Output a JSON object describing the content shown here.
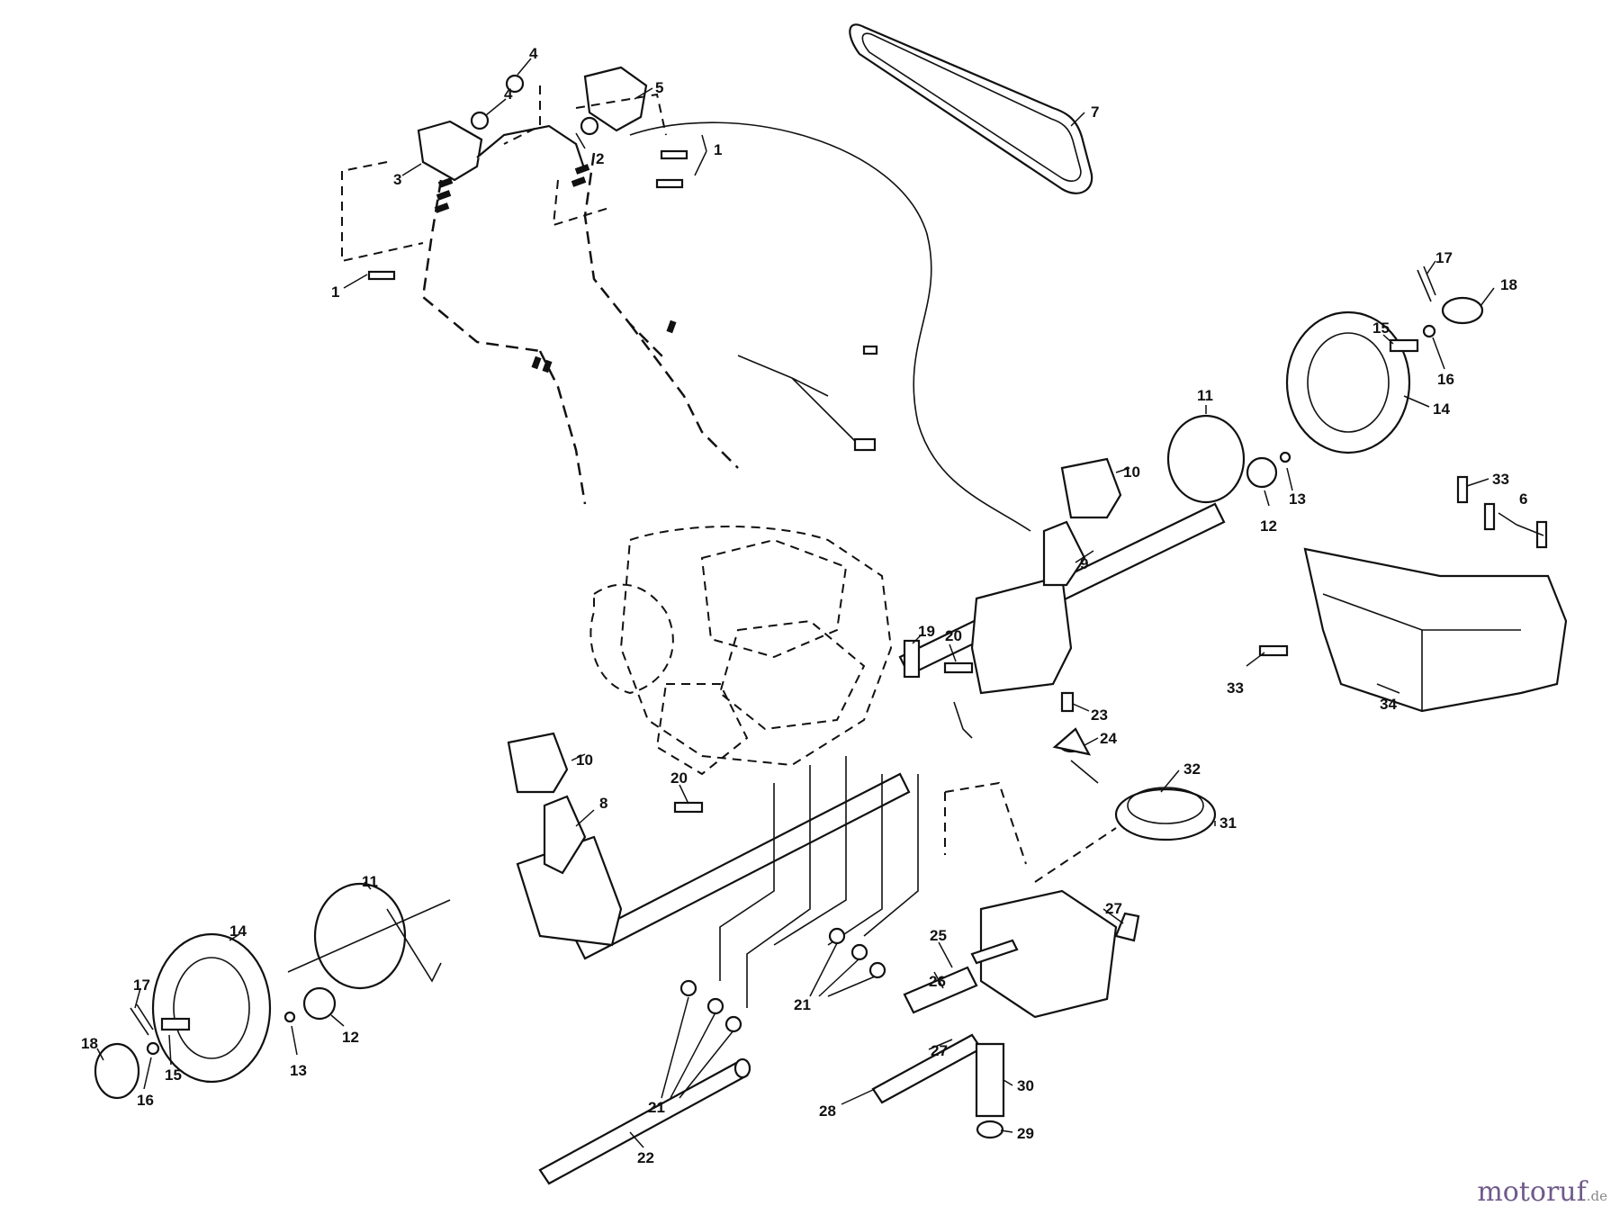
{
  "figure": {
    "watermark": {
      "brand": "motoruf",
      "suffix": ".de"
    },
    "callouts": [
      {
        "id": "c1",
        "label": "1"
      },
      {
        "id": "c2",
        "label": "1"
      },
      {
        "id": "c3",
        "label": "2"
      },
      {
        "id": "c4",
        "label": "3"
      },
      {
        "id": "c5",
        "label": "4"
      },
      {
        "id": "c6",
        "label": "4"
      },
      {
        "id": "c7",
        "label": "5"
      },
      {
        "id": "c8",
        "label": "6"
      },
      {
        "id": "c9",
        "label": "7"
      },
      {
        "id": "c10",
        "label": "8"
      },
      {
        "id": "c11",
        "label": "9"
      },
      {
        "id": "c12",
        "label": "10"
      },
      {
        "id": "c13",
        "label": "10"
      },
      {
        "id": "c14",
        "label": "11"
      },
      {
        "id": "c15",
        "label": "11"
      },
      {
        "id": "c16",
        "label": "12"
      },
      {
        "id": "c17",
        "label": "12"
      },
      {
        "id": "c18",
        "label": "13"
      },
      {
        "id": "c19",
        "label": "13"
      },
      {
        "id": "c20",
        "label": "14"
      },
      {
        "id": "c21",
        "label": "14"
      },
      {
        "id": "c22",
        "label": "15"
      },
      {
        "id": "c23",
        "label": "15"
      },
      {
        "id": "c24",
        "label": "16"
      },
      {
        "id": "c25",
        "label": "16"
      },
      {
        "id": "c26",
        "label": "17"
      },
      {
        "id": "c27",
        "label": "17"
      },
      {
        "id": "c28",
        "label": "18"
      },
      {
        "id": "c29",
        "label": "18"
      },
      {
        "id": "c30",
        "label": "19"
      },
      {
        "id": "c31",
        "label": "20"
      },
      {
        "id": "c32",
        "label": "20"
      },
      {
        "id": "c33",
        "label": "21"
      },
      {
        "id": "c34",
        "label": "21"
      },
      {
        "id": "c35",
        "label": "22"
      },
      {
        "id": "c36",
        "label": "23"
      },
      {
        "id": "c37",
        "label": "24"
      },
      {
        "id": "c38",
        "label": "25"
      },
      {
        "id": "c39",
        "label": "26"
      },
      {
        "id": "c40",
        "label": "27"
      },
      {
        "id": "c41",
        "label": "27"
      },
      {
        "id": "c42",
        "label": "28"
      },
      {
        "id": "c43",
        "label": "29"
      },
      {
        "id": "c44",
        "label": "30"
      },
      {
        "id": "c45",
        "label": "31"
      },
      {
        "id": "c46",
        "label": "32"
      },
      {
        "id": "c47",
        "label": "33"
      },
      {
        "id": "c48",
        "label": "33"
      },
      {
        "id": "c49",
        "label": "34"
      }
    ]
  }
}
